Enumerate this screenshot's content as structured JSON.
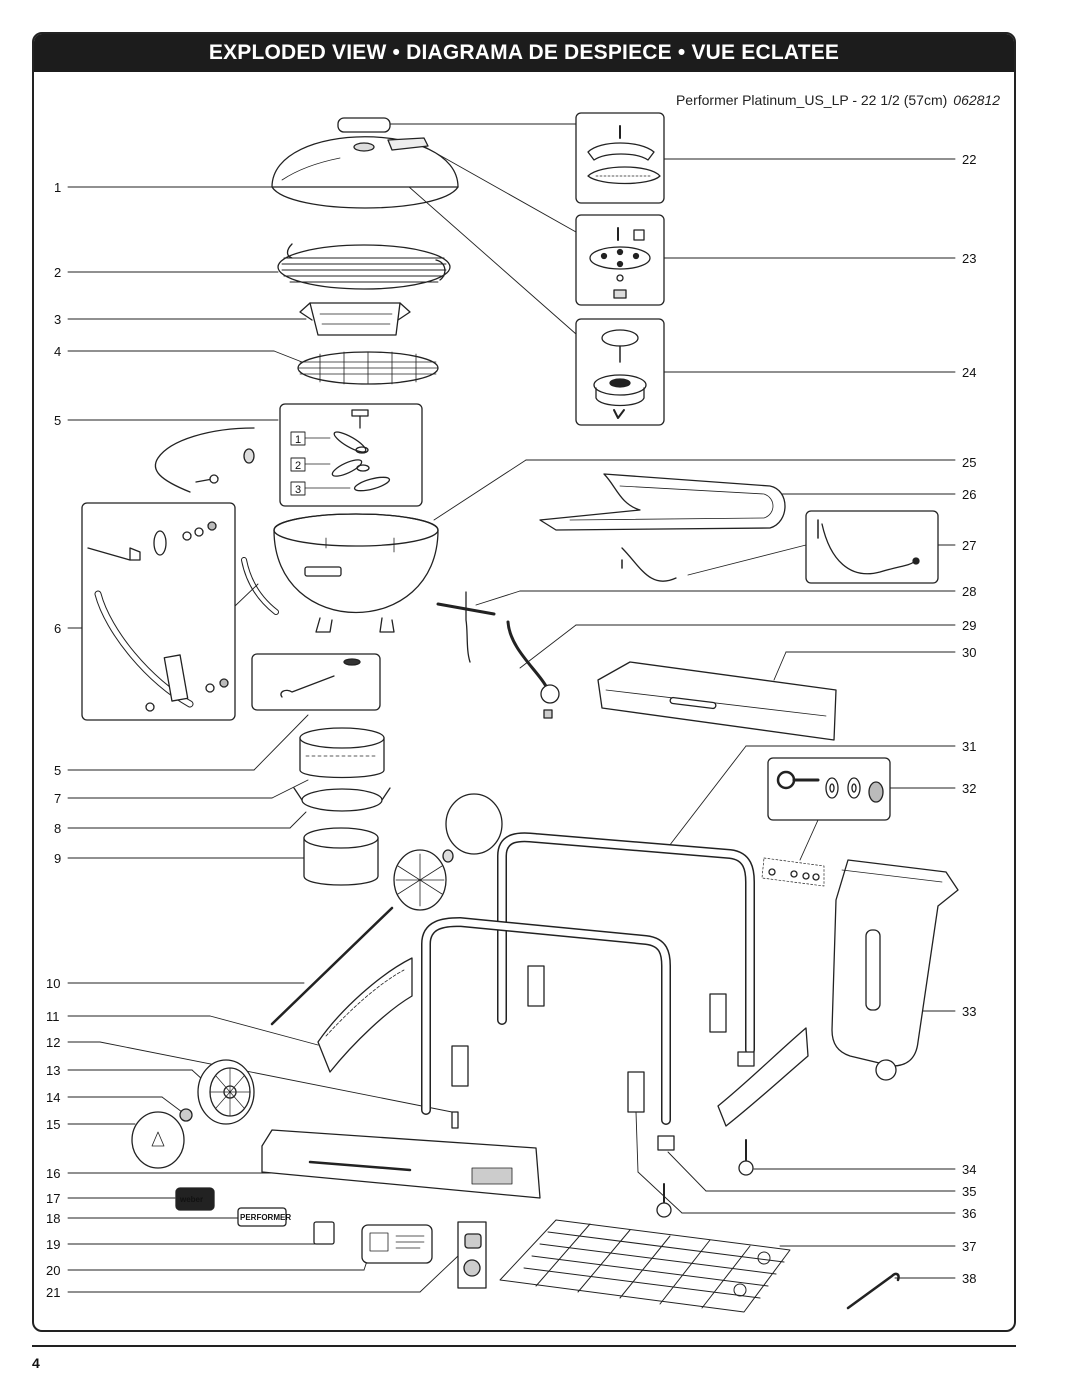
{
  "header": {
    "title": "EXPLODED VIEW • DIAGRAMA DE DESPIECE • VUE ECLATEE",
    "model": "Performer Platinum_US_LP - 22 1/2 (57cm)",
    "model_code": "062812"
  },
  "diagram": {
    "left_numbers": [
      "1",
      "2",
      "3",
      "4",
      "5",
      "6",
      "5",
      "7",
      "8",
      "9",
      "10",
      "11",
      "12",
      "13",
      "14",
      "15",
      "16",
      "17",
      "18",
      "19",
      "20",
      "21"
    ],
    "right_numbers": [
      "22",
      "23",
      "24",
      "25",
      "26",
      "27",
      "28",
      "29",
      "30",
      "31",
      "32",
      "33",
      "34",
      "35",
      "36",
      "37",
      "38"
    ],
    "damper_steps": [
      "1",
      "2",
      "3"
    ],
    "logo_text": "weber",
    "badge_text": "PERFORMER"
  },
  "footer": {
    "page_number": "4"
  }
}
